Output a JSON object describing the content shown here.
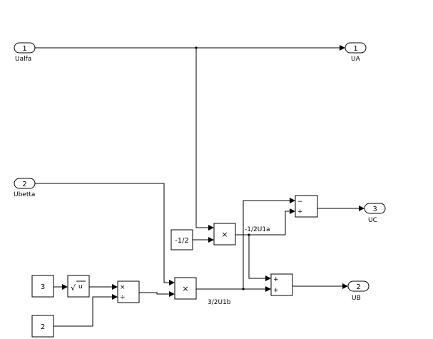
{
  "inports": [
    {
      "number": "1",
      "name": "Ualfa"
    },
    {
      "number": "2",
      "name": "Ubetta"
    }
  ],
  "outports": [
    {
      "number": "1",
      "name": "UA"
    },
    {
      "number": "2",
      "name": "UB"
    },
    {
      "number": "3",
      "name": "UC"
    }
  ],
  "constants": {
    "half_neg": "-1/2",
    "three": "3",
    "two": "2"
  },
  "blocks": {
    "sqrt_symbol": "√",
    "sqrt_arg": "u",
    "product_symbol": "×",
    "divide_top": "×",
    "divide_bottom": "÷",
    "sum_minus": "−",
    "sum_plus": "+"
  },
  "signals": {
    "u1a": "-1/2U1a",
    "u1b": "3/2U1b"
  }
}
